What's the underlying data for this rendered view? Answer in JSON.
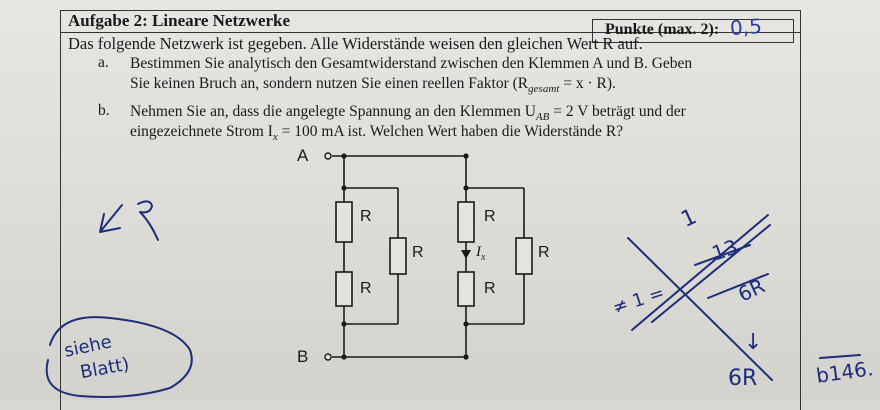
{
  "header": {
    "title": "Aufgabe 2:  Lineare Netzwerke",
    "points_label": "Punkte (max. 2):",
    "score_handwritten": "0,5"
  },
  "intro": "Das folgende Netzwerk ist gegeben. Alle Widerstände weisen den gleichen Wert R auf.",
  "items": [
    {
      "marker": "a.",
      "line1": "Bestimmen Sie analytisch den Gesamtwiderstand zwischen den Klemmen A und B. Geben",
      "line2": "Sie keinen Bruch an, sondern nutzen Sie einen reellen Faktor (R",
      "line2_sub": "gesamt",
      "line2_end": " = x · R)."
    },
    {
      "marker": "b.",
      "line1_start": "Nehmen Sie an, dass die angelegte Spannung an den Klemmen U",
      "line1_sub": "AB",
      "line1_end": " = 2 V beträgt und der",
      "line2_start": "eingezeichnete Strom I",
      "line2_sub": "x",
      "line2_end": " = 100 mA ist. Welchen Wert haben die Widerstände R?"
    }
  ],
  "circuit": {
    "terminal_a": "A",
    "terminal_b": "B",
    "resistor_label": "R",
    "current_label": "I",
    "current_sub": "x"
  },
  "handwriting": {
    "left_note_line1": "siehe",
    "left_note_line2": "Blatt)",
    "right_one": "1",
    "right_13": "13",
    "right_6r": "6R",
    "right_arrow": "↓",
    "right_6r_bottom": "6R",
    "right_eq": "≠ 1 =",
    "right_b146": "b146."
  },
  "colors": {
    "ink": "#1a1a1a",
    "pen_blue": "#1c2d7a",
    "score_blue": "#2a3fa0"
  }
}
